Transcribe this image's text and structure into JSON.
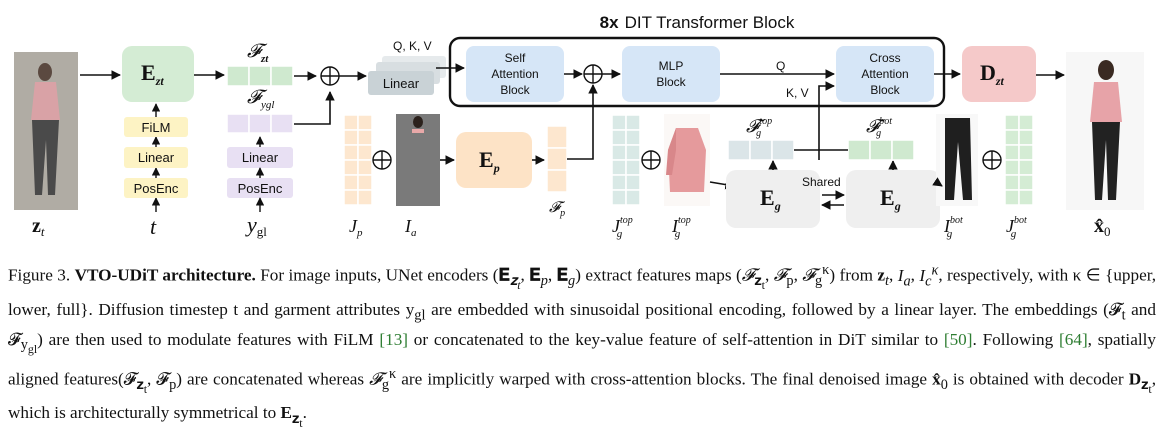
{
  "diagram": {
    "title_bold": "8x",
    "title_rest": "DIT Transformer Block",
    "blocks": {
      "self_attention": [
        "Self",
        "Attention",
        "Block"
      ],
      "mlp": [
        "MLP",
        "Block"
      ],
      "cross_attention": [
        "Cross",
        "Attention",
        "Block"
      ],
      "linear": "Linear",
      "film": "FiLM",
      "linear_t": "Linear",
      "posenc_t": "PosEnc",
      "linear_y": "Linear",
      "posenc_y": "PosEnc"
    },
    "labels": {
      "qkv": "Q, K, V",
      "q": "Q",
      "kv": "K, V",
      "shared": "Shared",
      "z_t": "z",
      "z_t_sub": "t",
      "t": "t",
      "y": "y",
      "y_sub": "gl",
      "x0": "x̂",
      "x0_sub": "0",
      "E_zt": "E",
      "E_zt_sub": "zt",
      "E_p": "E",
      "E_p_sub": "p",
      "E_g": "E",
      "E_g_sub": "g",
      "D_zt": "D",
      "D_zt_sub": "zt",
      "F_zt": "𝓕",
      "F_zt_sub": "zt",
      "F_ygl": "𝓕",
      "F_ygl_sub": "ygl",
      "F_p": "𝓕",
      "F_p_sub": "p",
      "F_g_top": "𝓕",
      "F_g_top_sub": "g",
      "F_g_top_sup": "top",
      "F_g_bot": "𝓕",
      "F_g_bot_sub": "g",
      "F_g_bot_sup": "bot",
      "J_p": "J",
      "J_p_sub": "p",
      "I_a": "I",
      "I_a_sub": "a",
      "J_g_top": "J",
      "J_g_top_sub": "g",
      "J_g_top_sup": "top",
      "I_g_top": "I",
      "I_g_top_sub": "g",
      "I_g_top_sup": "top",
      "I_g_bot": "I",
      "I_g_bot_sub": "g",
      "I_g_bot_sup": "bot",
      "J_g_bot": "J",
      "J_g_bot_sub": "g",
      "J_g_bot_sup": "bot"
    },
    "colors": {
      "encoder_green": "#d4ecd4",
      "encoder_peach": "#fde3c6",
      "decoder_pink": "#f5c9c9",
      "attention_blue": "#d6e6f7",
      "linear_gray": "#c9d2d6",
      "eg_gray": "#efefef",
      "film_yellow": "#fdf3c4",
      "purple": "#e8e0f3",
      "teal_grid": "#d9e9e6",
      "green_feat": "#cfe9cf",
      "peach_feat": "#fde7cf",
      "gray_feat": "#dbe5e8"
    }
  },
  "caption": {
    "line1_a": "Figure 3.",
    "line1_b": "VTO-UDiT architecture.",
    "line1_c": " For image inputs, UNet encoders (",
    "line1_d": "𝐄",
    "line1_e": ") extract features maps (",
    "line1_f": ") from ",
    "line2": ", respectively, with κ ∈ {upper, lower, full}. Diffusion timestep t and garment attributes y",
    "line2b": " are embedded with sinusoidal positional",
    "line3": "encoding, followed by a linear layer. The embeddings (𝓕",
    "line3b": " and 𝓕",
    "line3c": ") are then used to modulate features with FiLM ",
    "cite13": "[13]",
    "line3d": " or concatenated to",
    "line4": "the key-value feature of self-attention in DiT similar to ",
    "cite50": "[50]",
    "line4b": ". Following ",
    "cite64": "[64]",
    "line4c": ", spatially aligned features(𝓕",
    "line4d": ", 𝓕",
    "line4e": ") are concatenated whereas",
    "line5": " are implicitly warped with cross-attention blocks. The final denoised image ",
    "line5b": " is obtained with decoder ",
    "line5c": ", which is architecturally",
    "line6": "symmetrical to "
  }
}
